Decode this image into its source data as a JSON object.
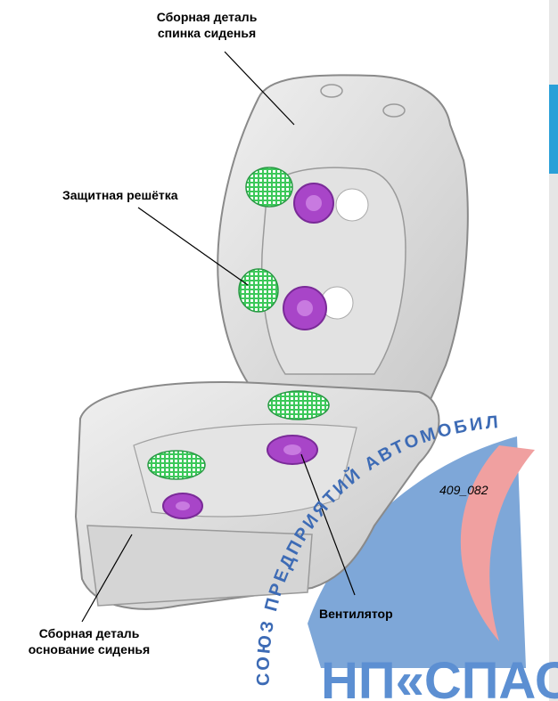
{
  "labels": {
    "backrest_line1": "Сборная деталь",
    "backrest_line2": "спинка сиденья",
    "grille": "Защитная решётка",
    "base_line1": "Сборная деталь",
    "base_line2": "основание сиденья",
    "fan": "Вентилятор"
  },
  "figure_code": "409_082",
  "watermark": {
    "arc_text": "СОЮЗ ПРЕДПРИЯТИЙ АВТОМОБИЛ",
    "logo_text": "НП«СПАС»"
  },
  "colors": {
    "grille": "#3cc85a",
    "fan": "#a845c8",
    "watermark_blue": "#7ea7d8",
    "watermark_red": "#f0a0a0",
    "side_accent": "#2aa0d8"
  }
}
